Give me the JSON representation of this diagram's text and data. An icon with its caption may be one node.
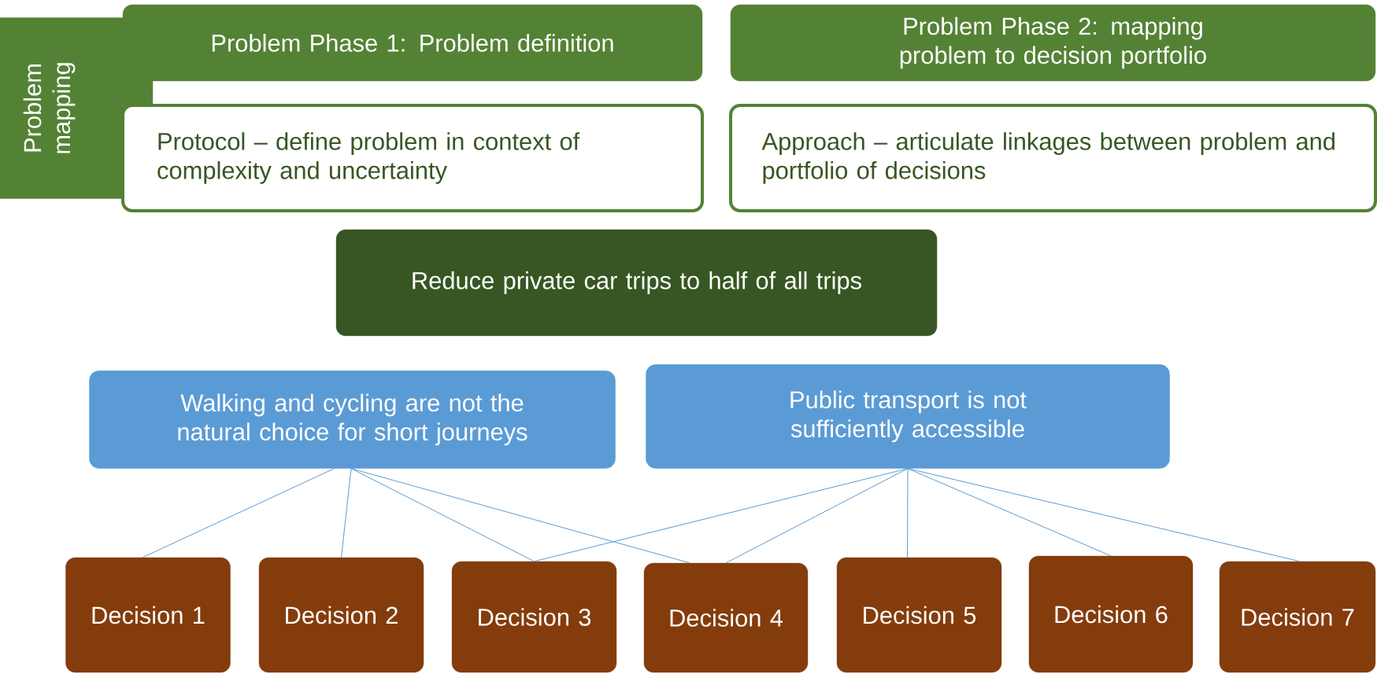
{
  "diagram": {
    "nodes": [
      {
        "text": [
          "Problem mapping"
        ]
      },
      {
        "text": [
          "Problem Phase 1: Problem definition"
        ]
      },
      {
        "text": [
          "Problem Phase 2: mapping problem to decision portfolio"
        ]
      },
      {
        "text": [
          "Protocol – define problem in context of complexity and uncertainty"
        ]
      },
      {
        "text": [
          "Approach – articulate linkages between problem and portfolio of decisions"
        ]
      },
      {
        "text": [
          "Reduce private car trips to half of all trips"
        ]
      },
      {
        "text": [
          "Walking and cycling are not the natural choice for short journeys"
        ]
      },
      {
        "text": [
          "Public transport is not sufficiently accessible"
        ]
      },
      {
        "text": [
          "Decision 1"
        ]
      },
      {
        "text": [
          "Decision 2"
        ]
      },
      {
        "text": [
          "Decision 3"
        ]
      },
      {
        "text": [
          "Decision 4"
        ]
      },
      {
        "text": [
          "Decision 5"
        ]
      },
      {
        "text": [
          "Decision 6"
        ]
      },
      {
        "text": [
          "Decision 7"
        ]
      }
    ],
    "edges": [
      {
        "from": 6,
        "to": 8,
        "arrow": "none"
      },
      {
        "from": 6,
        "to": 9,
        "arrow": "none"
      },
      {
        "from": 6,
        "to": 10,
        "arrow": "none"
      },
      {
        "from": 6,
        "to": 11,
        "arrow": "none"
      },
      {
        "from": 7,
        "to": 10,
        "arrow": "none"
      },
      {
        "from": 7,
        "to": 11,
        "arrow": "none"
      },
      {
        "from": 7,
        "to": 12,
        "arrow": "none"
      },
      {
        "from": 7,
        "to": 13,
        "arrow": "none"
      },
      {
        "from": 7,
        "to": 14,
        "arrow": "none"
      }
    ]
  }
}
